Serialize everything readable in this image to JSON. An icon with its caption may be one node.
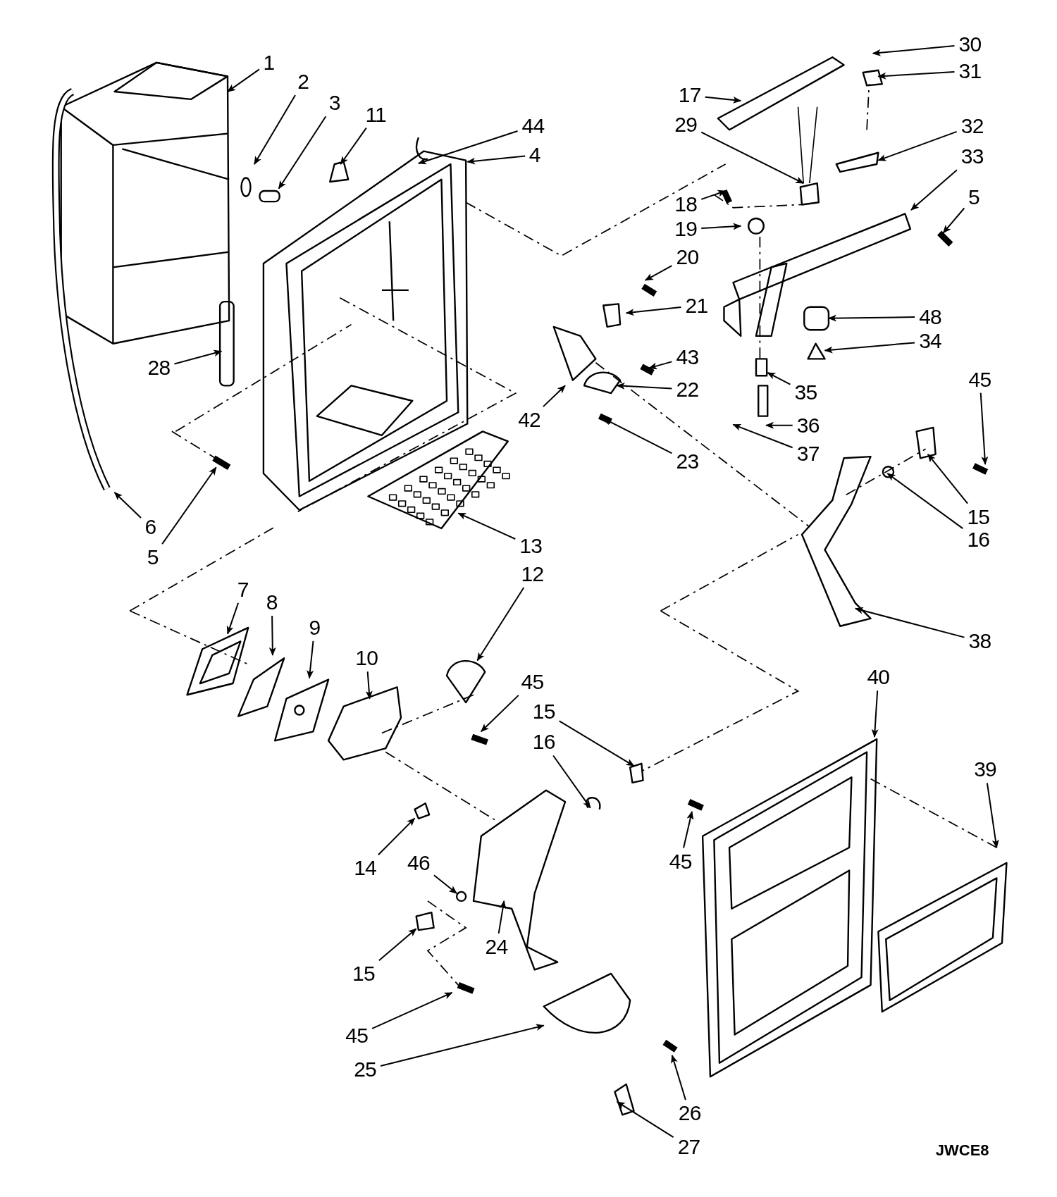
{
  "diagram": {
    "nodes": [
      {
        "text": [
          "1"
        ]
      },
      {
        "text": [
          "2"
        ]
      },
      {
        "text": [
          "3"
        ]
      },
      {
        "text": [
          "11"
        ]
      },
      {
        "text": [
          "44"
        ]
      },
      {
        "text": [
          "4"
        ]
      },
      {
        "text": [
          "17"
        ]
      },
      {
        "text": [
          "30"
        ]
      },
      {
        "text": [
          "31"
        ]
      },
      {
        "text": [
          "29"
        ]
      },
      {
        "text": [
          "32"
        ]
      },
      {
        "text": [
          "33"
        ]
      },
      {
        "text": [
          "18"
        ]
      },
      {
        "text": [
          "5"
        ]
      },
      {
        "text": [
          "19"
        ]
      },
      {
        "text": [
          "20"
        ]
      },
      {
        "text": [
          "21"
        ]
      },
      {
        "text": [
          "48"
        ]
      },
      {
        "text": [
          "43"
        ]
      },
      {
        "text": [
          "34"
        ]
      },
      {
        "text": [
          "45"
        ]
      },
      {
        "text": [
          "22"
        ]
      },
      {
        "text": [
          "42"
        ]
      },
      {
        "text": [
          "35"
        ]
      },
      {
        "text": [
          "36"
        ]
      },
      {
        "text": [
          "37"
        ]
      },
      {
        "text": [
          "23"
        ]
      },
      {
        "text": [
          "15"
        ]
      },
      {
        "text": [
          "16"
        ]
      },
      {
        "text": [
          "28"
        ]
      },
      {
        "text": [
          "6"
        ]
      },
      {
        "text": [
          "5"
        ]
      },
      {
        "text": [
          "13"
        ]
      },
      {
        "text": [
          "12"
        ]
      },
      {
        "text": [
          "38"
        ]
      },
      {
        "text": [
          "7"
        ]
      },
      {
        "text": [
          "8"
        ]
      },
      {
        "text": [
          "9"
        ]
      },
      {
        "text": [
          "10"
        ]
      },
      {
        "text": [
          "45"
        ]
      },
      {
        "text": [
          "15"
        ]
      },
      {
        "text": [
          "16"
        ]
      },
      {
        "text": [
          "40"
        ]
      },
      {
        "text": [
          "39"
        ]
      },
      {
        "text": [
          "45"
        ]
      },
      {
        "text": [
          "14"
        ]
      },
      {
        "text": [
          "46"
        ]
      },
      {
        "text": [
          "24"
        ]
      },
      {
        "text": [
          "15"
        ]
      },
      {
        "text": [
          "45"
        ]
      },
      {
        "text": [
          "25"
        ]
      },
      {
        "text": [
          "26"
        ]
      },
      {
        "text": [
          "27"
        ]
      },
      {
        "text": [],
        "shape": "picture"
      },
      {
        "text": [],
        "shape": "picture"
      },
      {
        "text": [],
        "shape": "picture"
      },
      {
        "text": [],
        "shape": "box"
      }
    ],
    "edges": [
      {
        "from": 0,
        "to": null,
        "arrow": "to"
      },
      {
        "from": 1,
        "to": null,
        "arrow": "to"
      },
      {
        "from": 2,
        "to": null,
        "arrow": "to"
      },
      {
        "from": 3,
        "to": null,
        "arrow": "to"
      },
      {
        "from": 4,
        "to": null,
        "arrow": "to"
      },
      {
        "from": 5,
        "to": null,
        "arrow": "to"
      },
      {
        "from": 6,
        "to": null,
        "arrow": "to"
      },
      {
        "from": 7,
        "to": null,
        "arrow": "to"
      },
      {
        "from": 8,
        "to": null,
        "arrow": "to"
      },
      {
        "from": 9,
        "to": null,
        "arrow": "to"
      },
      {
        "from": 10,
        "to": null,
        "arrow": "to"
      },
      {
        "from": 11,
        "to": null,
        "arrow": "to"
      },
      {
        "from": 12,
        "to": null,
        "arrow": "to"
      },
      {
        "from": 13,
        "to": null,
        "arrow": "to"
      },
      {
        "from": 14,
        "to": null,
        "arrow": "to"
      },
      {
        "from": 15,
        "to": null,
        "arrow": "to"
      },
      {
        "from": 16,
        "to": null,
        "arrow": "to"
      },
      {
        "from": 17,
        "to": 56,
        "arrow": "to"
      },
      {
        "from": 18,
        "to": null,
        "arrow": "to"
      },
      {
        "from": 19,
        "to": 53,
        "arrow": "to"
      },
      {
        "from": 20,
        "to": null,
        "arrow": "to"
      },
      {
        "from": 21,
        "to": null,
        "arrow": "to"
      },
      {
        "from": 22,
        "to": null,
        "arrow": "to"
      },
      {
        "from": 23,
        "to": null,
        "arrow": "to"
      },
      {
        "from": 24,
        "to": null,
        "arrow": "to"
      },
      {
        "from": 25,
        "to": null,
        "arrow": "to"
      },
      {
        "from": 26,
        "to": null,
        "arrow": "to"
      },
      {
        "from": 27,
        "to": null,
        "arrow": "to"
      },
      {
        "from": 28,
        "to": null,
        "arrow": "to"
      },
      {
        "from": 29,
        "to": null,
        "arrow": "to"
      },
      {
        "from": 30,
        "to": null,
        "arrow": "to"
      },
      {
        "from": 31,
        "to": null,
        "arrow": "to"
      },
      {
        "from": 32,
        "to": null,
        "arrow": "to"
      },
      {
        "from": 33,
        "to": null,
        "arrow": "to"
      },
      {
        "from": 34,
        "to": null,
        "arrow": "to"
      },
      {
        "from": 35,
        "to": null,
        "arrow": "to"
      },
      {
        "from": 36,
        "to": null,
        "arrow": "to"
      },
      {
        "from": 37,
        "to": null,
        "arrow": "to"
      },
      {
        "from": 38,
        "to": null,
        "arrow": "to"
      },
      {
        "from": 39,
        "to": null,
        "arrow": "to"
      },
      {
        "from": 40,
        "to": null,
        "arrow": "to"
      },
      {
        "from": 41,
        "to": null,
        "arrow": "to"
      },
      {
        "from": 42,
        "to": null,
        "arrow": "to"
      },
      {
        "from": 43,
        "to": null,
        "arrow": "to"
      },
      {
        "from": 44,
        "to": null,
        "arrow": "to"
      },
      {
        "from": 45,
        "to": 54,
        "arrow": "to"
      },
      {
        "from": 46,
        "to": null,
        "arrow": "to"
      },
      {
        "from": 47,
        "to": null,
        "arrow": "to"
      },
      {
        "from": 48,
        "to": 55,
        "arrow": "to"
      },
      {
        "from": 49,
        "to": null,
        "arrow": "to"
      },
      {
        "from": 50,
        "to": null,
        "arrow": "to"
      },
      {
        "from": 51,
        "to": null,
        "arrow": "to"
      },
      {
        "from": 52,
        "to": null,
        "arrow": "to"
      }
    ],
    "labels": [
      "JWCE8"
    ]
  }
}
